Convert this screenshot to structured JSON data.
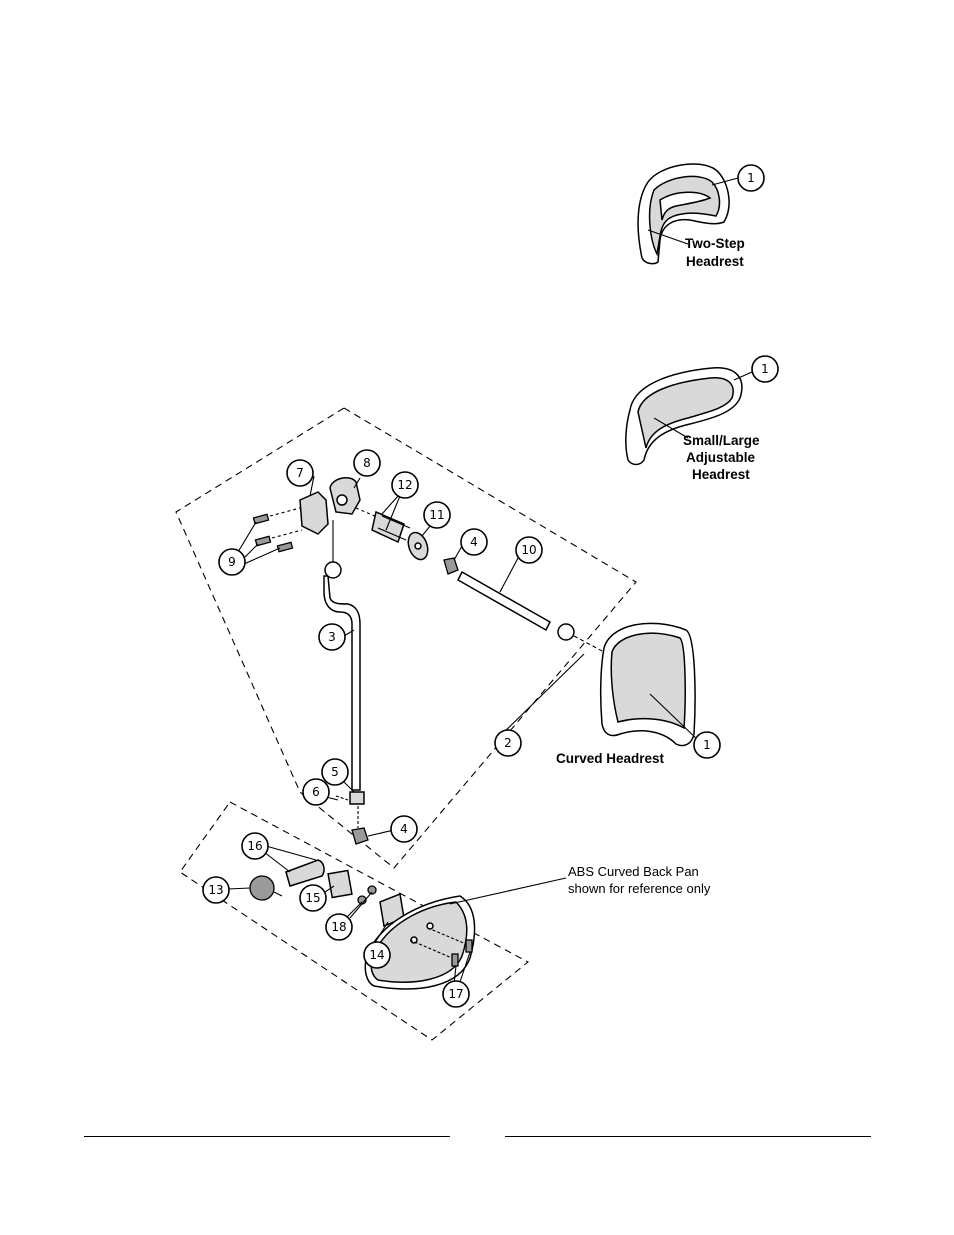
{
  "labels": {
    "two_step": [
      "Two-Step",
      "Headrest"
    ],
    "small_large": [
      "Small/Large",
      "Adjustable",
      "Headrest"
    ],
    "curved": "Curved Headrest",
    "abs_note": [
      "ABS Curved Back Pan",
      "shown for reference only"
    ]
  },
  "callouts": [
    {
      "id": "c1a",
      "text": "1"
    },
    {
      "id": "c1b",
      "text": "1"
    },
    {
      "id": "c1c",
      "text": "1"
    },
    {
      "id": "c2",
      "text": "2"
    },
    {
      "id": "c3",
      "text": "3"
    },
    {
      "id": "c4a",
      "text": "4"
    },
    {
      "id": "c4b",
      "text": "4"
    },
    {
      "id": "c5",
      "text": "5"
    },
    {
      "id": "c6",
      "text": "6"
    },
    {
      "id": "c7",
      "text": "7"
    },
    {
      "id": "c8",
      "text": "8"
    },
    {
      "id": "c9",
      "text": "9"
    },
    {
      "id": "c10",
      "text": "10"
    },
    {
      "id": "c11",
      "text": "11"
    },
    {
      "id": "c12",
      "text": "12"
    },
    {
      "id": "c13",
      "text": "13"
    },
    {
      "id": "c14",
      "text": "14"
    },
    {
      "id": "c15",
      "text": "15"
    },
    {
      "id": "c16",
      "text": "16"
    },
    {
      "id": "c17",
      "text": "17"
    },
    {
      "id": "c18",
      "text": "18"
    }
  ]
}
